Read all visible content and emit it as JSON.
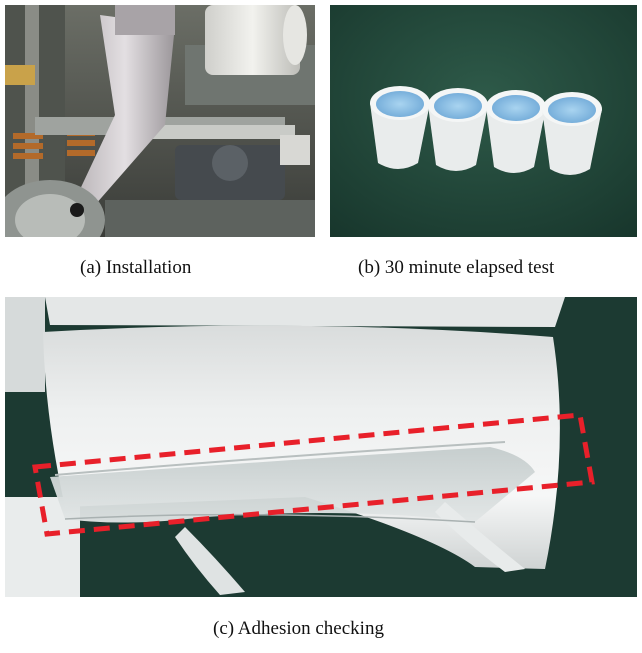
{
  "figure": {
    "panels": [
      {
        "id": "a",
        "caption": "(a) Installation"
      },
      {
        "id": "b",
        "caption": "(b) 30 minute elapsed test"
      },
      {
        "id": "c",
        "caption": "(c) Adhesion checking"
      }
    ]
  },
  "colors": {
    "highlight_box": "#e8202a",
    "background_green": "#1d3a30",
    "cup_white": "#eef0f0",
    "liquid_blue": "#8ec3e8"
  }
}
